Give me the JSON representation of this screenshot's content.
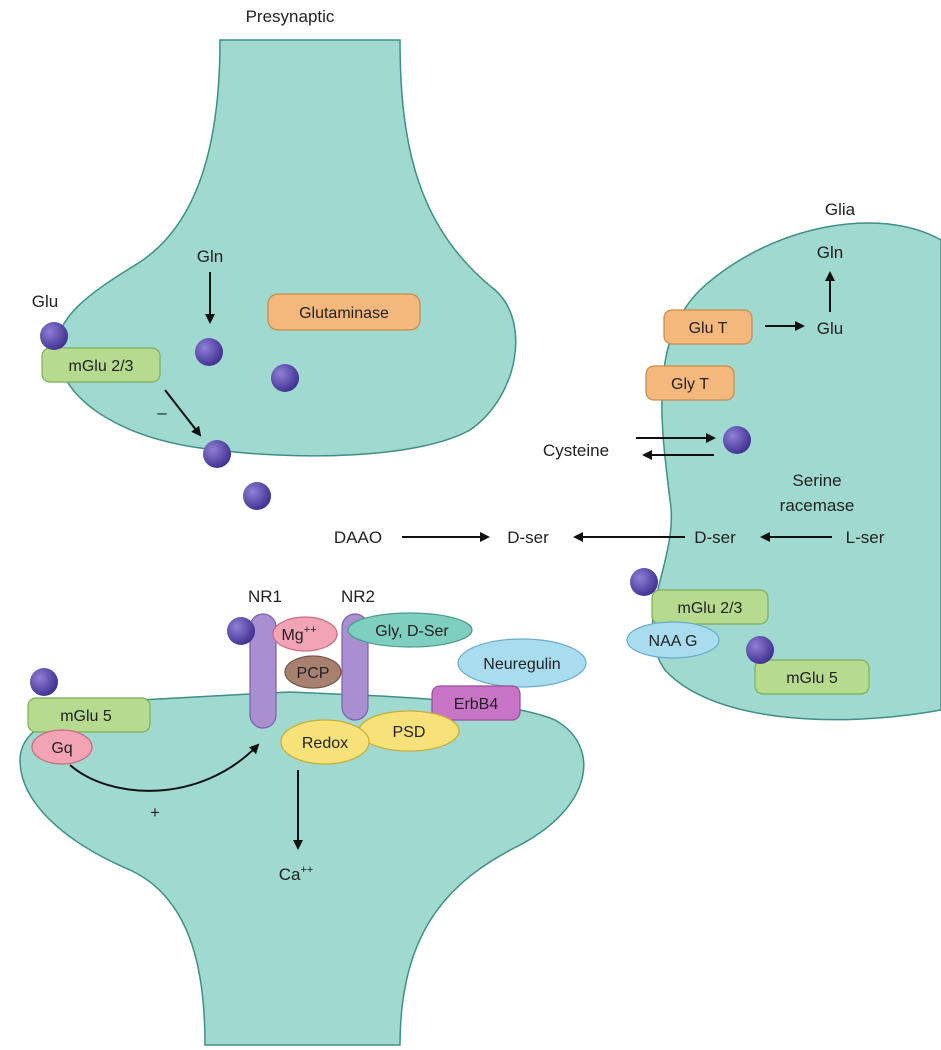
{
  "labels": {
    "presynaptic": "Presynaptic",
    "glia": "Glia",
    "gln_pre": "Gln",
    "glu_pre": "Glu",
    "minus": "–",
    "plus": "+",
    "glutaminase": "Glutaminase",
    "mglu23_pre": "mGlu 2/3",
    "mglu5_post": "mGlu 5",
    "gq": "Gq",
    "nr1": "NR1",
    "nr2": "NR2",
    "mg": "Mg",
    "mg_sup": "++",
    "gly_dser": "Gly, D-Ser",
    "pcp": "PCP",
    "neuregulin": "Neuregulin",
    "erbb4": "ErbB4",
    "redox": "Redox",
    "psd": "PSD",
    "ca": "Ca",
    "ca_sup": "++",
    "glu_t": "Glu T",
    "gly_t": "Gly T",
    "glu_glia": "Glu",
    "gln_glia": "Gln",
    "cysteine": "Cysteine",
    "serine_racemase_1": "Serine",
    "serine_racemase_2": "racemase",
    "daao": "DAAO",
    "dser_cleft": "D-ser",
    "dser_glia": "D-ser",
    "lser": "L-ser",
    "mglu23_glia": "mGlu 2/3",
    "naag": "NAA G",
    "mglu5_glia": "mGlu 5"
  },
  "colors": {
    "cell_fill": "#9fd9cf",
    "cell_stroke": "#3f8f86",
    "molecule": "#5b47ad",
    "green_box": "#b6db8e",
    "orange_box": "#f5b87c",
    "purple_receptor": "#a98fd0",
    "pink": "#f2a3b4",
    "brown": "#a88070",
    "teal_ellipse": "#7fcfc0",
    "blue_ellipse": "#a9dcef",
    "magenta": "#c874c6",
    "yellow": "#f7e27a"
  }
}
